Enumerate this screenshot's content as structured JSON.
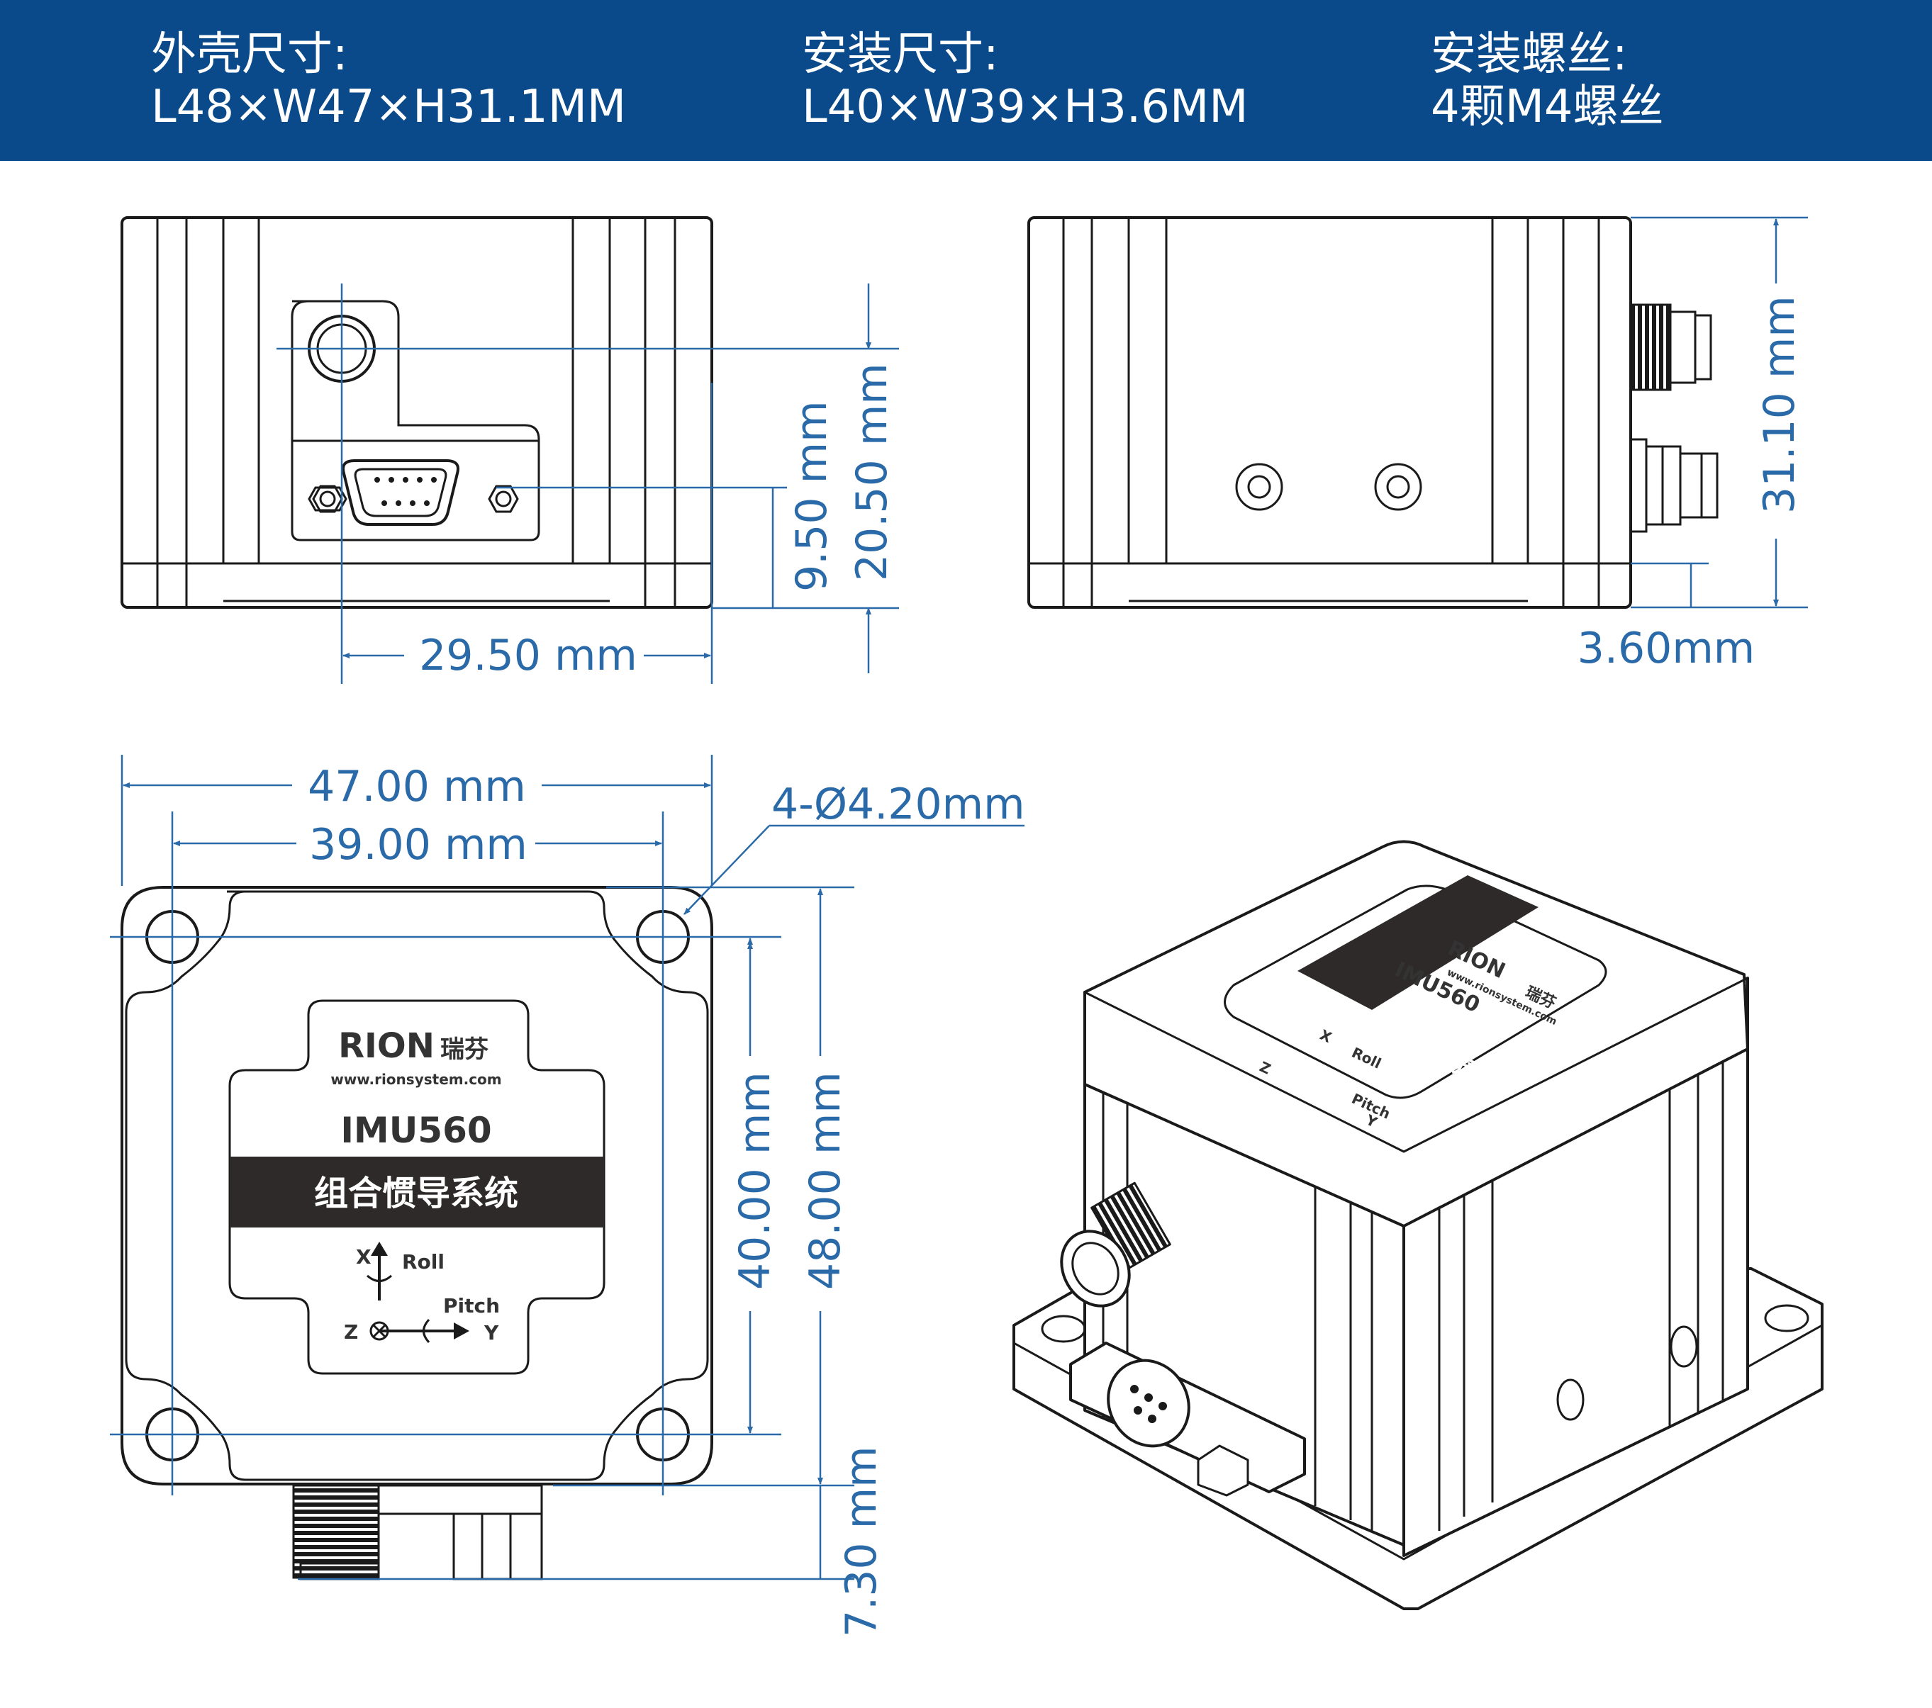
{
  "header": {
    "specs": [
      {
        "label": "外壳尺寸:",
        "value": "L48×W47×H31.1MM"
      },
      {
        "label": "安装尺寸:",
        "value": "L40×W39×H3.6MM"
      },
      {
        "label": "安装螺丝:",
        "value": "4颗M4螺丝"
      }
    ]
  },
  "dimensions": {
    "front_width": "29.50 mm",
    "front_h1": "9.50 mm",
    "front_h2": "20.50 mm",
    "side_height": "31.10 mm",
    "side_base": "3.60mm",
    "top_w_outer": "47.00 mm",
    "top_w_inner": "39.00 mm",
    "hole": "4-Ø4.20mm",
    "top_h_inner": "40.00 mm",
    "top_h_outer": "48.00 mm",
    "connector_len": "7.30 mm"
  },
  "label_plate": {
    "brand": "RION",
    "brand_cn": "瑞芬",
    "url": "www.rionsystem.com",
    "model": "IMU560",
    "name_cn": "组合惯导系统",
    "axis_x": "X",
    "axis_roll": "Roll",
    "axis_pitch": "Pitch",
    "axis_z": "Z",
    "axis_y": "Y"
  },
  "colors": {
    "header_bg": "#0a4a8a",
    "dimension": "#2a6aa8",
    "outline": "#1a1a1a",
    "label_band": "#2e2a2a"
  }
}
